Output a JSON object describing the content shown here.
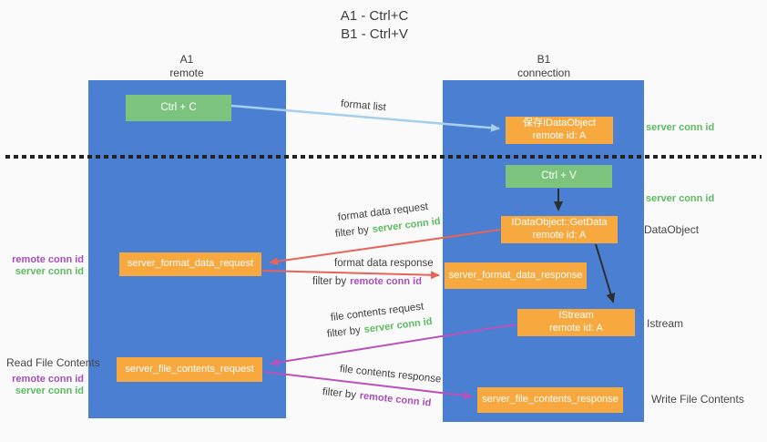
{
  "title": {
    "line1": "A1 - Ctrl+C",
    "line2": "B1 - Ctrl+V"
  },
  "columns": {
    "left": {
      "name": "A1",
      "role": "remote"
    },
    "right": {
      "name": "B1",
      "role": "connection"
    }
  },
  "nodes": {
    "ctrl_c": "Ctrl + C",
    "ctrl_v": "Ctrl + V",
    "save_dataobject": {
      "line1": "保存IDataObject",
      "line2": "remote id: A"
    },
    "getdata": {
      "line1": "IDataObject::GetData",
      "line2": "remote id: A"
    },
    "istream": {
      "line1": "IStream",
      "line2": "remote id: A"
    },
    "format_request": "server_format_data_request",
    "format_response": "server_format_data_response",
    "file_request": "server_file_contents_request",
    "file_response": "server_file_contents_response"
  },
  "edge_labels": {
    "format_list": "format list",
    "format_request": "format data request",
    "format_request_filter_prefix": "filter by",
    "format_request_filter_key": "server conn id",
    "format_response": "format data response",
    "format_response_filter_prefix": "filter by",
    "format_response_filter_key": "remote conn id",
    "file_request": "file contents request",
    "file_request_filter_prefix": "filter by",
    "file_request_filter_key": "server conn id",
    "file_response": "file contents response",
    "file_response_filter_prefix": "filter by",
    "file_response_filter_key": "remote conn id"
  },
  "side_labels": {
    "right_server_conn_top": "server conn id",
    "right_server_conn_mid": "server conn id",
    "right_dataobject": "DataObject",
    "right_istream": "Istream",
    "right_write_file": "Write File Contents",
    "left_remote_conn_1": "remote conn id",
    "left_server_conn_1": "server conn id",
    "left_read_file": "Read File Contents",
    "left_remote_conn_2": "remote conn id",
    "left_server_conn_2": "server conn id"
  },
  "colors": {
    "column_blue": "#4a7fd2",
    "box_green": "#7cc47e",
    "box_orange": "#f7a93f",
    "arrow_blue": "#a5cfec",
    "arrow_red": "#e8635a",
    "arrow_magenta": "#ba52ba",
    "arrow_black": "#2e2e2e",
    "label_green": "#5cbb60",
    "label_purple": "#a74fb8",
    "background": "#fafafa"
  }
}
